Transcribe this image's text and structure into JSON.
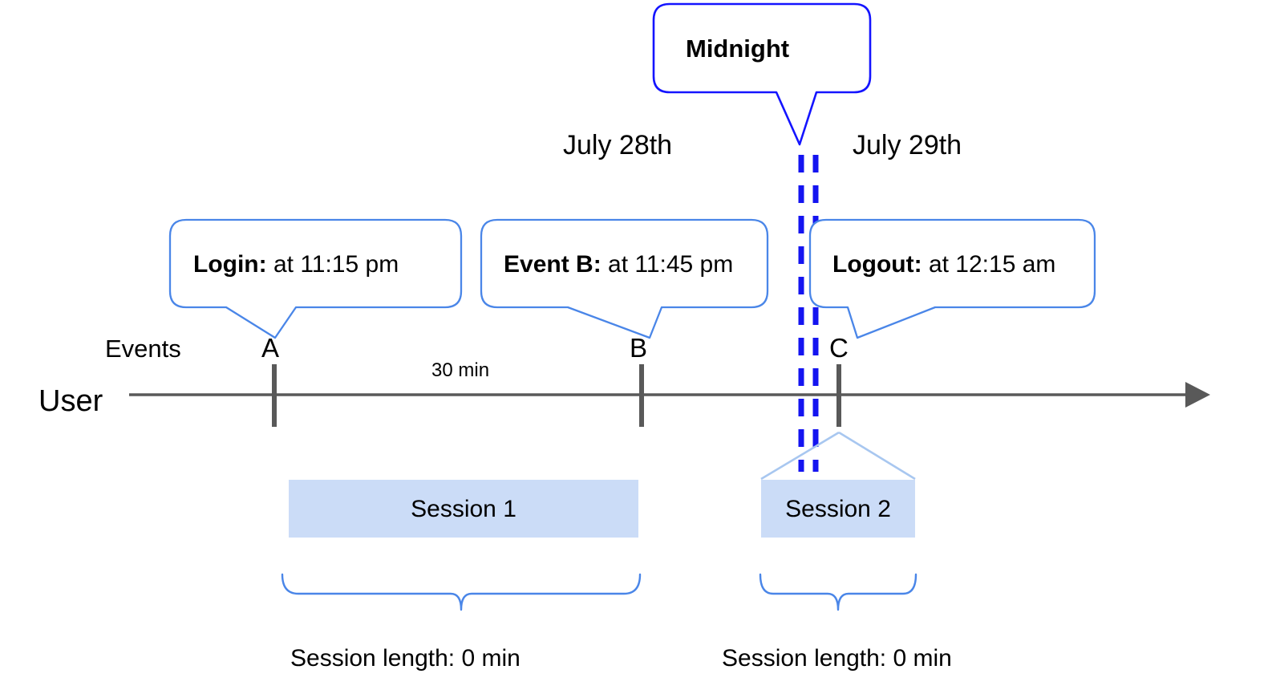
{
  "diagram": {
    "title": "User session timeline across midnight",
    "colors": {
      "callout_border": "#4a86e8",
      "midnight_border": "#1414ff",
      "midnight_dash": "#1414f0",
      "axis": "#595959",
      "tick": "#595959",
      "session_fill": "#cbdcf7",
      "connector": "#a8c7f0",
      "brace": "#4a86e8",
      "text": "#000000",
      "background": "#ffffff"
    },
    "midnight_callout": {
      "label": "Midnight"
    },
    "day_labels": [
      {
        "id": "day-left",
        "text": "July 28th"
      },
      {
        "id": "day-right",
        "text": "July 29th"
      }
    ],
    "event_callouts": [
      {
        "id": "callout-a",
        "strong": "Login:",
        "rest": " at 11:15 pm"
      },
      {
        "id": "callout-b",
        "strong": "Event B:",
        "rest": " at 11:45 pm"
      },
      {
        "id": "callout-c",
        "strong": "Logout:",
        "rest": " at 12:15 am"
      }
    ],
    "axis": {
      "row_label": "User",
      "events_label": "Events",
      "event_markers": [
        {
          "id": "marker-a",
          "letter": "A"
        },
        {
          "id": "marker-b",
          "letter": "B"
        },
        {
          "id": "marker-c",
          "letter": "C"
        }
      ],
      "interval_label": "30 min"
    },
    "sessions": [
      {
        "id": "session-1",
        "label": "Session 1",
        "length_label": "Session length: 0 min"
      },
      {
        "id": "session-2",
        "label": "Session 2",
        "length_label": "Session length: 0 min"
      }
    ]
  },
  "chart_data": {
    "type": "timeline",
    "title": "User session timeline across midnight",
    "xlabel": "",
    "ylabel": "User",
    "axis_direction": "left-to-right, arrow at right end",
    "day_boundary": {
      "label": "Midnight",
      "between": [
        "July 28th",
        "July 29th"
      ],
      "style": "double blue dashed vertical line"
    },
    "events": [
      {
        "letter": "A",
        "name": "Login",
        "time": "11:15 pm",
        "day": "July 28th"
      },
      {
        "letter": "B",
        "name": "Event B",
        "time": "11:45 pm",
        "day": "July 28th"
      },
      {
        "letter": "C",
        "name": "Logout",
        "time": "12:15 am",
        "day": "July 29th"
      }
    ],
    "intervals": [
      {
        "from": "A",
        "to": "B",
        "label": "30 min"
      }
    ],
    "sessions": [
      {
        "name": "Session 1",
        "spans_events": [
          "A",
          "B"
        ],
        "length_label": "Session length: 0 min"
      },
      {
        "name": "Session 2",
        "spans_events": [
          "C"
        ],
        "length_label": "Session length: 0 min"
      }
    ]
  }
}
